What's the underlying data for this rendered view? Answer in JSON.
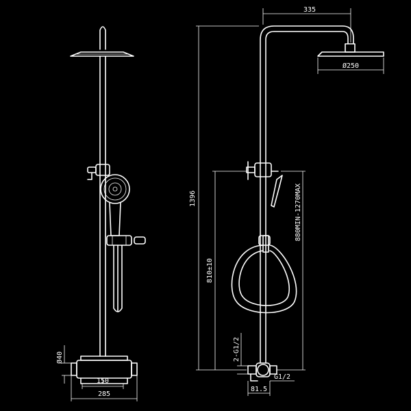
{
  "dimensions": {
    "arm_length": "335",
    "head_diameter": "Ø250",
    "total_height": "1396",
    "adjustable_height": "880MIN-1270MAX",
    "handset_height": "810±10",
    "outlet_thread": "2-G1/2",
    "inlet_thread": "G1/2",
    "inlet_offset": "81.5",
    "center_distance": "150",
    "overall_width": "285",
    "pipe_diameter": "Ø40"
  },
  "colors": {
    "background": "#000000",
    "line": "#ffffff"
  }
}
